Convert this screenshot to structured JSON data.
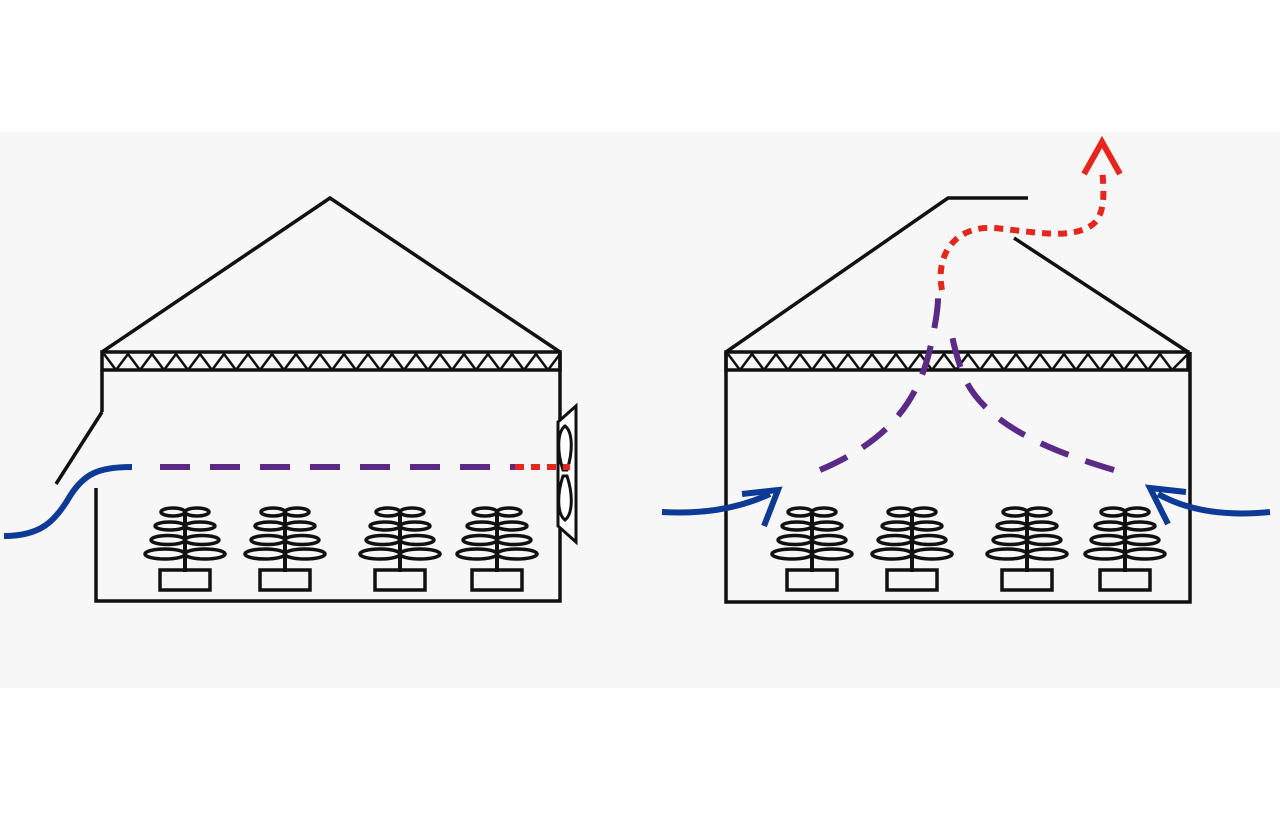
{
  "colors": {
    "background": "#ffffff",
    "panel": "#f7f7f7",
    "structure": "#111111",
    "cool_air": "#0d3a94",
    "mixed_air": "#5b2a86",
    "hot_air": "#e4261c"
  },
  "panels": [
    {
      "id": "mechanical-ventilation",
      "plant_count": 4,
      "has_exhaust_fan": true,
      "has_side_inlet_flap": true
    },
    {
      "id": "natural-ridge-ventilation",
      "plant_count": 4,
      "has_roof_vent": true,
      "inlets": 2
    }
  ],
  "icons": [
    "greenhouse-outline",
    "roof-truss",
    "exhaust-fan-icon",
    "plant-icon",
    "airflow-arrow"
  ]
}
